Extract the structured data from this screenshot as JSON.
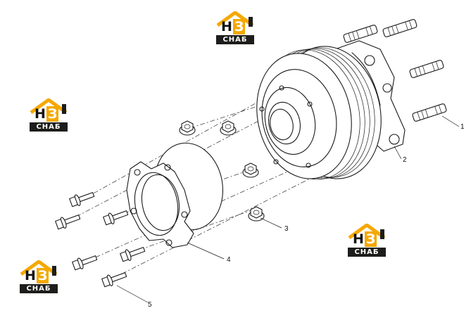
{
  "callouts": [
    {
      "id": "1",
      "label": "1"
    },
    {
      "id": "2",
      "label": "2"
    },
    {
      "id": "3",
      "label": "3"
    },
    {
      "id": "4",
      "label": "4"
    },
    {
      "id": "5",
      "label": "5"
    }
  ],
  "watermark": {
    "letters_main": "H",
    "letters_accent": "З",
    "word": "СНАБ",
    "accent_color": "#f5a800",
    "dark_color": "#1d1d1b"
  }
}
